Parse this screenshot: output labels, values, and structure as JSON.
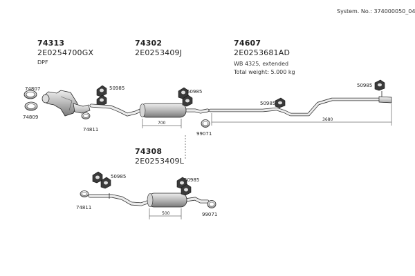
{
  "system_number": "System. No.: 374000050_04",
  "parts": {
    "p74313": {
      "number": "74313",
      "code": "2E0254700GX",
      "note": "DPF"
    },
    "p74302": {
      "number": "74302",
      "code": "2E0253409J"
    },
    "p74607": {
      "number": "74607",
      "code": "2E0253681AD",
      "note1": "WB 4325, extended",
      "note2": "Total weight: 5.000 kg"
    },
    "p74308": {
      "number": "74308",
      "code": "2E0253409L"
    }
  },
  "labels": {
    "c74807": "74807",
    "c74809": "74809",
    "c74811_top": "74811",
    "c50985_a": "50985",
    "c50985_b": "50985",
    "c50985_c": "50985",
    "c50985_d": "50985",
    "c99071_top": "99071",
    "c74811_bottom": "74811",
    "c50985_e": "50985",
    "c50985_f": "50985",
    "c99071_bottom": "99071"
  },
  "dimensions": {
    "d700": "700",
    "d3680": "3680",
    "d500": "500"
  }
}
